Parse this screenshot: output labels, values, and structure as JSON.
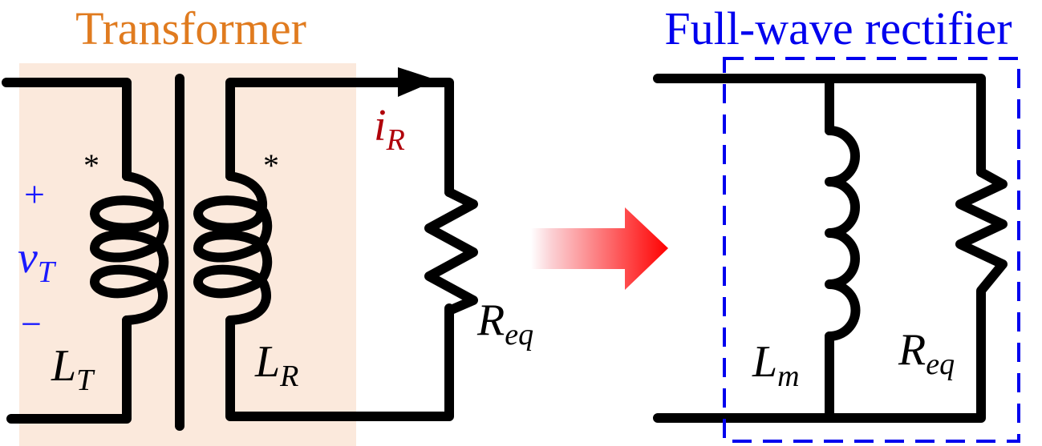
{
  "titles": {
    "transformer": "Transformer",
    "rectifier": "Full-wave rectifier"
  },
  "colors": {
    "transformer_title": "#e07b1f",
    "transformer_bg": "#fbe9dc",
    "rectifier": "#0000ee",
    "voltage": "#1a1aff",
    "current": "#b0000a",
    "wire": "#000000",
    "arrow": "#ff0000"
  },
  "labels": {
    "plus": "+",
    "minus": "−",
    "dot_primary": "*",
    "dot_secondary": "*",
    "vT": {
      "main": "v",
      "sub": "T"
    },
    "LT": {
      "main": "L",
      "sub": "T"
    },
    "LR": {
      "main": "L",
      "sub": "R"
    },
    "iR": {
      "main": "i",
      "sub": "R"
    },
    "Req_left": {
      "main": "R",
      "sub": "eq"
    },
    "Lm": {
      "main": "L",
      "sub": "m"
    },
    "Req_right": {
      "main": "R",
      "sub": "eq"
    }
  }
}
